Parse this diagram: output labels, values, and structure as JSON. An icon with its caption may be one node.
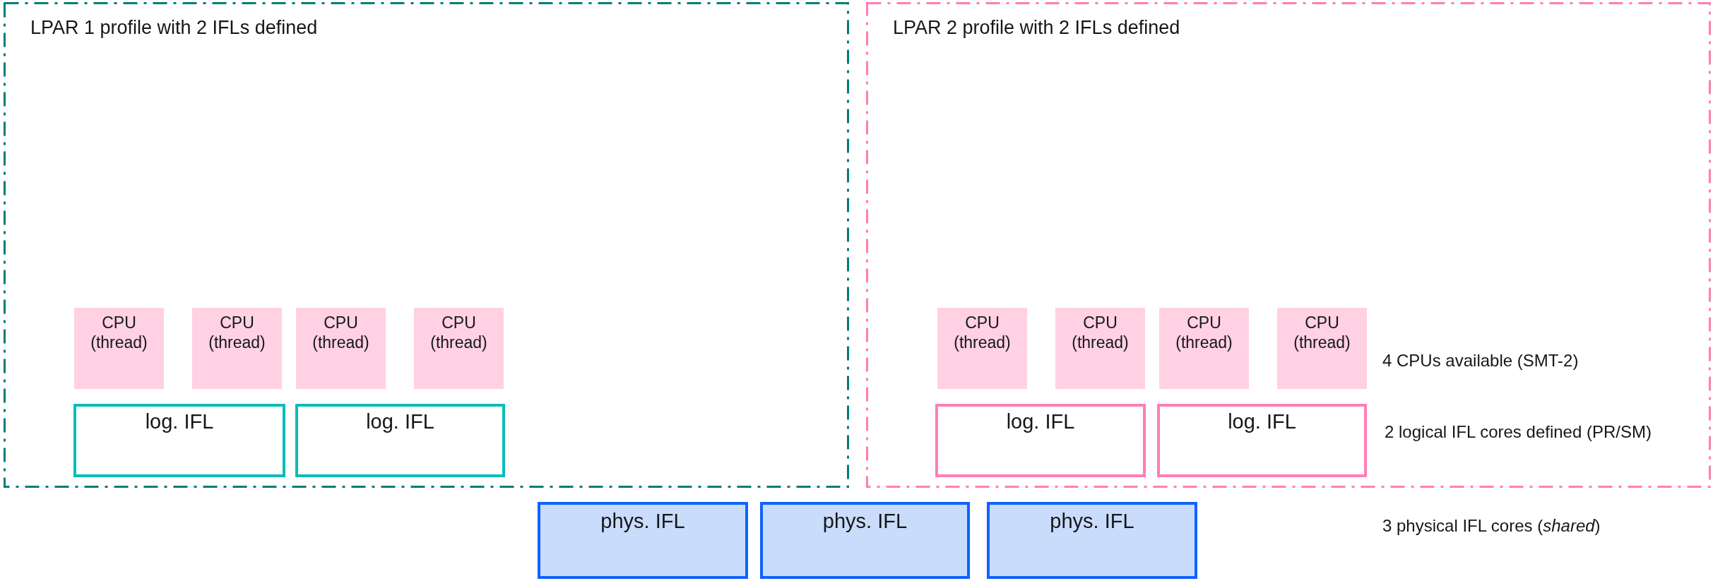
{
  "diagram": {
    "nodes": [
      {
        "text": [
          "LPAR 1 profile with 2 IFLs defined"
        ]
      },
      {
        "text": [
          "CPU (thread)"
        ],
        "in": 0
      },
      {
        "text": [
          "CPU (thread)"
        ],
        "in": 0
      },
      {
        "text": [
          "CPU (thread)"
        ],
        "in": 0
      },
      {
        "text": [
          "CPU (thread)"
        ],
        "in": 0
      },
      {
        "text": [
          "log. IFL"
        ],
        "in": 0
      },
      {
        "text": [
          "log. IFL"
        ],
        "in": 0
      },
      {
        "text": [
          "LPAR 2 profile with 2 IFLs defined"
        ]
      },
      {
        "text": [
          "CPU (thread)"
        ],
        "in": 7
      },
      {
        "text": [
          "CPU (thread)"
        ],
        "in": 7
      },
      {
        "text": [
          "CPU (thread)"
        ],
        "in": 7
      },
      {
        "text": [
          "CPU (thread)"
        ],
        "in": 7
      },
      {
        "text": [
          "log. IFL"
        ],
        "in": 7
      },
      {
        "text": [
          "log. IFL"
        ],
        "in": 7
      },
      {
        "text": [
          "phys. IFL"
        ]
      },
      {
        "text": [
          "phys. IFL"
        ]
      },
      {
        "text": [
          "phys. IFL"
        ]
      }
    ],
    "labels": [
      "4 CPUs available (SMT-2)",
      "2 logical IFL cores defined (PR/SM)",
      "3 physical IFL cores (*shared*)"
    ]
  }
}
